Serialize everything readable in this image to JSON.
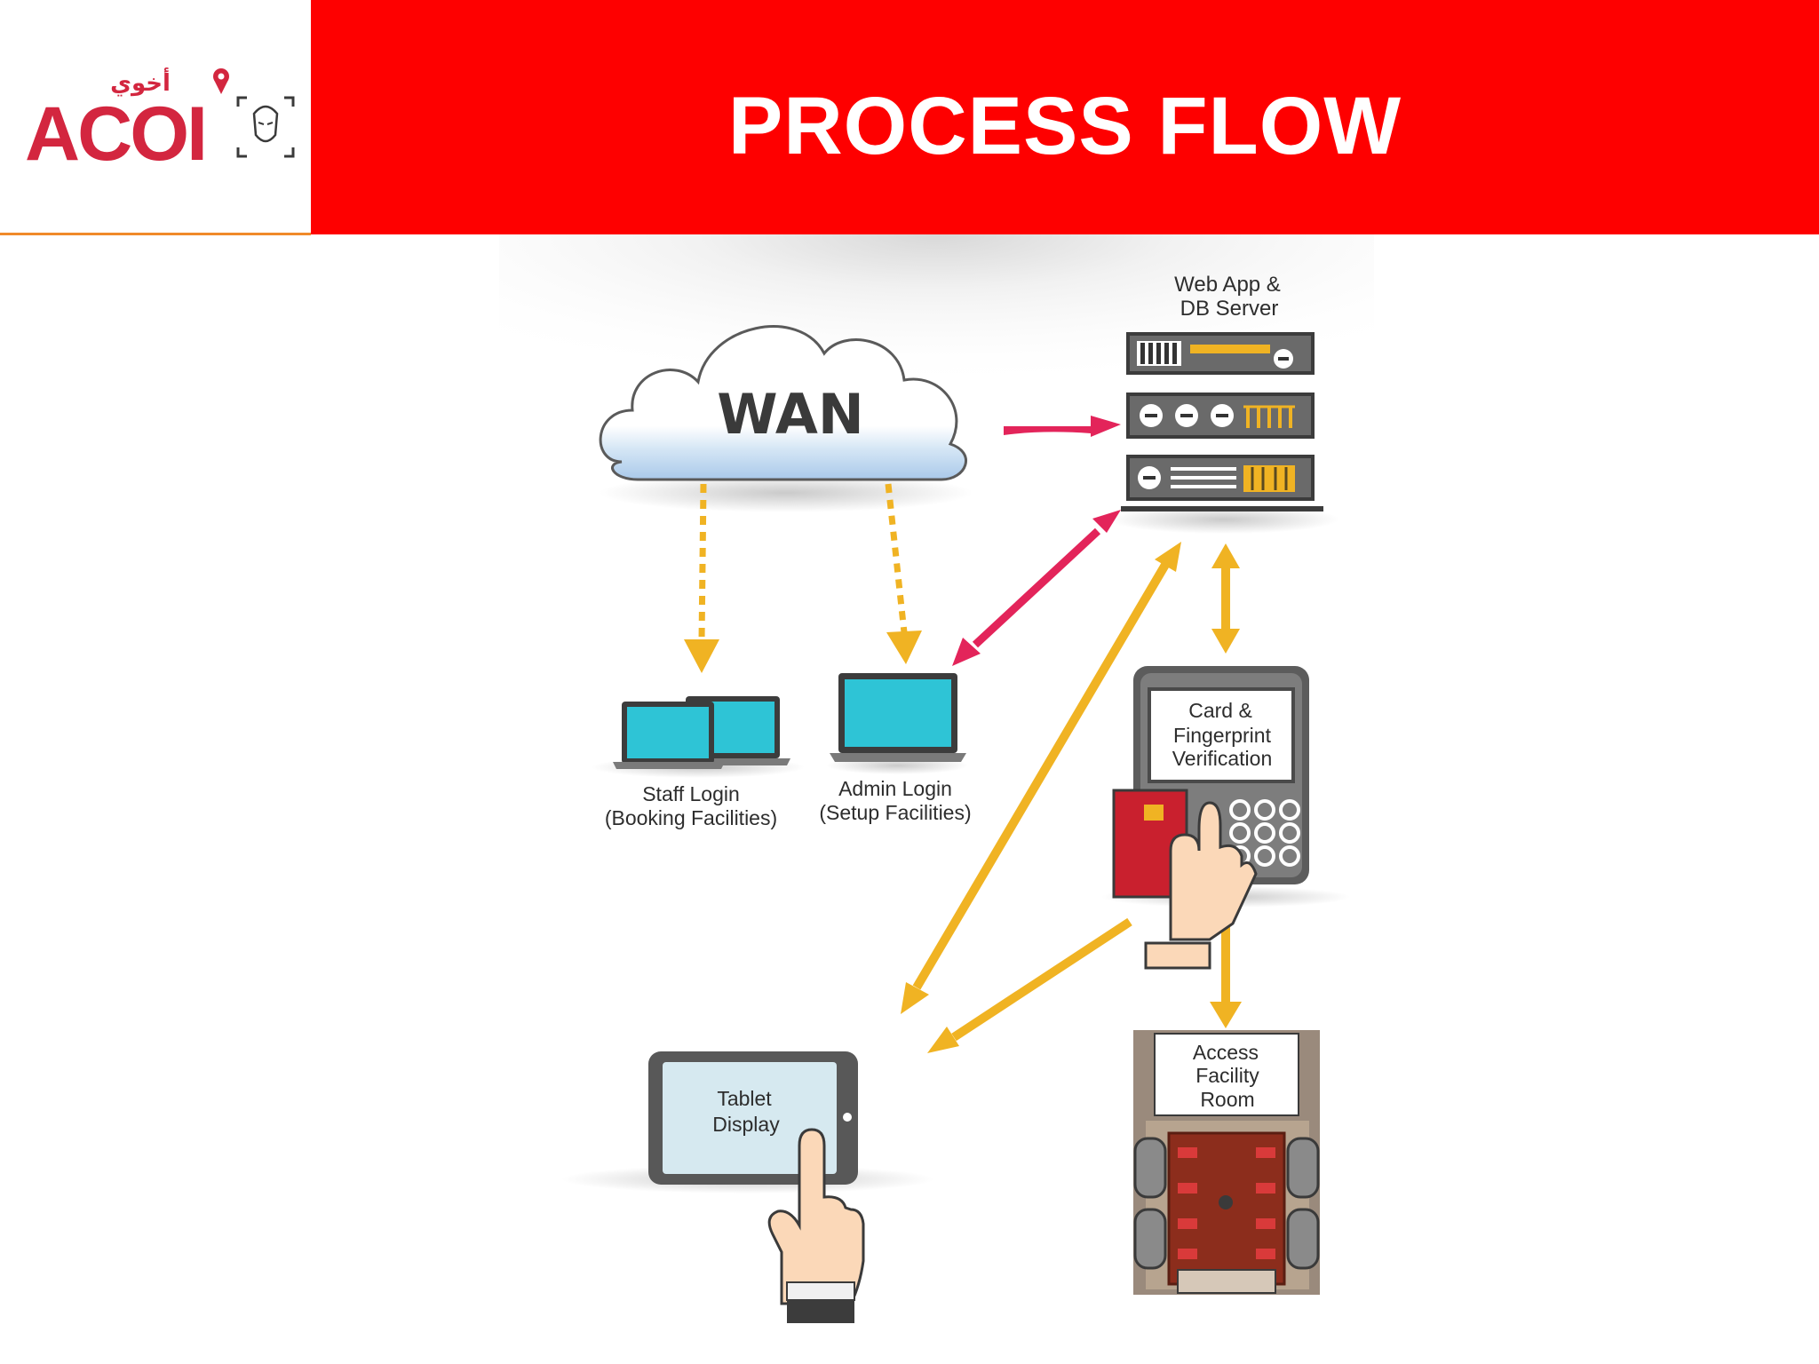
{
  "header": {
    "title": "PROCESS FLOW",
    "logo_text": "ACOI",
    "logo_arabic": "أخوي"
  },
  "diagram": {
    "wan_label": "WAN",
    "server_label_line1": "Web App &",
    "server_label_line2": "DB Server",
    "staff_line1": "Staff Login",
    "staff_line2": "(Booking Facilities)",
    "admin_line1": "Admin Login",
    "admin_line2": "(Setup Facilities)",
    "verify_line1": "Card &",
    "verify_line2": "Fingerprint",
    "verify_line3": "Verification",
    "tablet_line1": "Tablet",
    "tablet_line2": "Display",
    "access_line1": "Access",
    "access_line2": "Facility",
    "access_line3": "Room"
  },
  "colors": {
    "header_red": "#fe0000",
    "arrow_yellow": "#f0b323",
    "arrow_pink": "#e3245a",
    "screen_teal": "#2ec4d6",
    "server_dark": "#3c3c3c",
    "logo_red": "#d3263f"
  }
}
